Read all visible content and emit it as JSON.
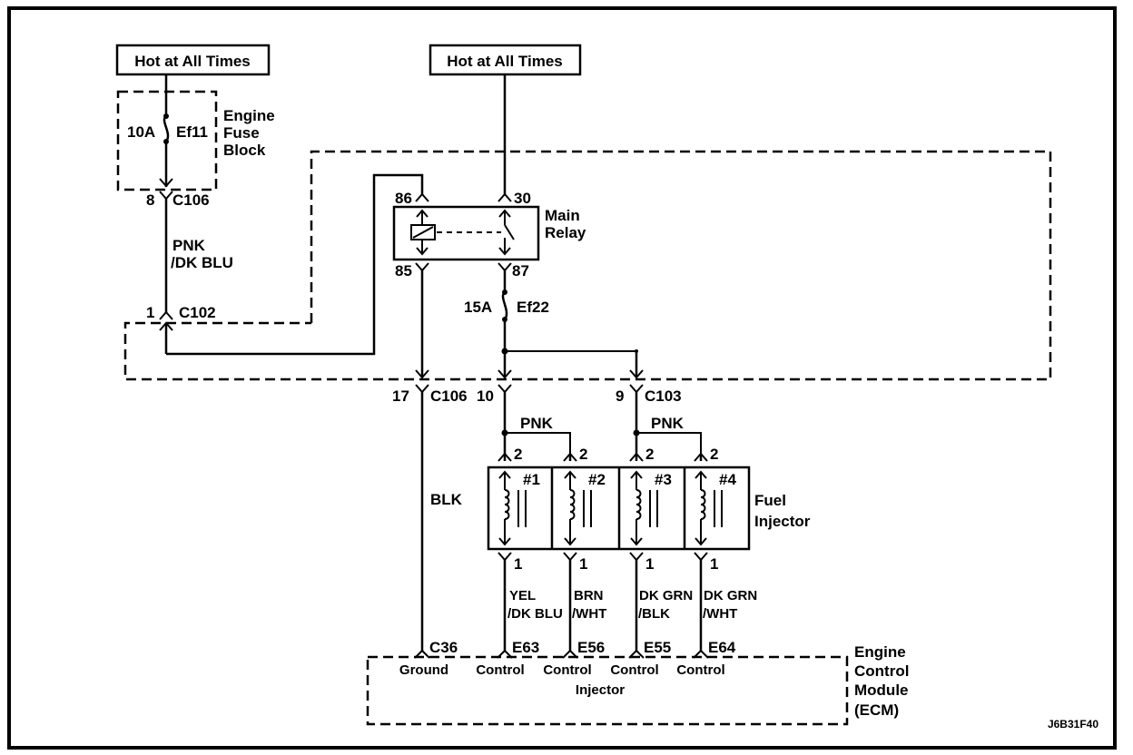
{
  "diagram": {
    "figure_id": "J6B31F40",
    "power_sources": [
      {
        "label": "Hot at All Times"
      },
      {
        "label": "Hot at All Times"
      }
    ],
    "fuse_block": {
      "name_lines": [
        "Engine",
        "Fuse",
        "Block"
      ],
      "fuse_rating": "10A",
      "fuse_id": "Ef11"
    },
    "relay": {
      "name_lines": [
        "Main",
        "Relay"
      ],
      "pins": {
        "p86": "86",
        "p30": "30",
        "p85": "85",
        "p87": "87"
      }
    },
    "fuse2": {
      "rating": "15A",
      "id": "Ef22"
    },
    "connectors": {
      "c106_top": {
        "pin": "8",
        "name": "C106"
      },
      "c102": {
        "pin": "1",
        "name": "C102"
      },
      "c106_bottom": {
        "pin": "17",
        "name": "C106",
        "pin2": "10"
      },
      "c103": {
        "pin": "9",
        "name": "C103"
      }
    },
    "wires": {
      "fuse_to_c102": [
        "PNK",
        "/DK BLU"
      ],
      "ground": "BLK",
      "pnk_a": "PNK",
      "pnk_b": "PNK",
      "inj1": [
        "YEL",
        "/DK BLU"
      ],
      "inj2": [
        "BRN",
        "/WHT"
      ],
      "inj3": [
        "DK GRN",
        "/BLK"
      ],
      "inj4": [
        "DK GRN",
        "/WHT"
      ]
    },
    "injectors": {
      "name_lines": [
        "Fuel",
        "Injector"
      ],
      "items": [
        {
          "label": "#1",
          "pin_top": "2",
          "pin_bottom": "1"
        },
        {
          "label": "#2",
          "pin_top": "2",
          "pin_bottom": "1"
        },
        {
          "label": "#3",
          "pin_top": "2",
          "pin_bottom": "1"
        },
        {
          "label": "#4",
          "pin_top": "2",
          "pin_bottom": "1"
        }
      ]
    },
    "ecm": {
      "name_lines": [
        "Engine",
        "Control",
        "Module",
        "(ECM)"
      ],
      "terminals": [
        {
          "pin": "C36",
          "function": "Ground"
        },
        {
          "pin": "E63",
          "function": "Control"
        },
        {
          "pin": "E56",
          "function": "Control"
        },
        {
          "pin": "E55",
          "function": "Control"
        },
        {
          "pin": "E64",
          "function": "Control"
        }
      ],
      "group_label": "Injector"
    }
  }
}
